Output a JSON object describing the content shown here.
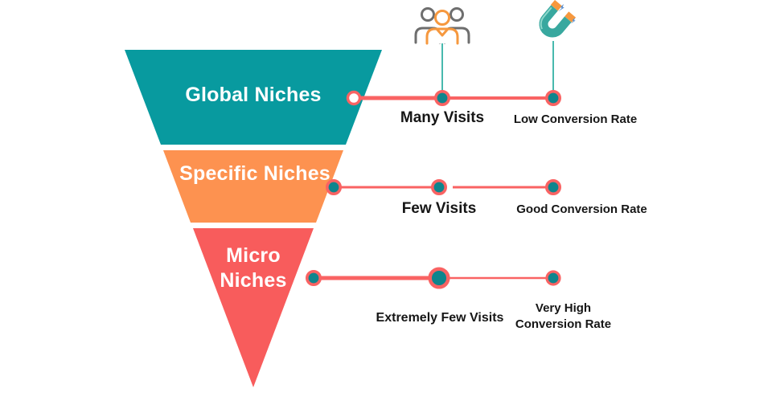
{
  "diagram": {
    "name": "niche-marketing-funnel",
    "funnel": {
      "sections": [
        {
          "id": "global",
          "label": "Global Niches",
          "color": "#089a9f"
        },
        {
          "id": "specific",
          "label": "Specific Niches",
          "color": "#fd9250"
        },
        {
          "id": "micro",
          "label": "Micro Niches",
          "color": "#f85c5c"
        }
      ]
    },
    "columns": {
      "visits_icon": "people-group-icon",
      "conversion_icon": "magnet-icon"
    },
    "rows": [
      {
        "visits": "Many Visits",
        "conversion": "Low Conversion Rate"
      },
      {
        "visits": "Few Visits",
        "conversion": "Good Conversion Rate"
      },
      {
        "visits": "Extremely Few Visits",
        "conversion": "Very High Conversion Rate"
      }
    ],
    "colors": {
      "connector_line": "#f96363",
      "dot_fill": "#0e858d",
      "dot_ring": "#f96363",
      "icon_stem": "#48b9ae",
      "people_gray": "#6e6e6e",
      "people_orange": "#f6983e",
      "magnet_body": "#38a89f",
      "magnet_tips": "#f6983e",
      "spark_blue": "#5a8fd0",
      "label_text": "#161616",
      "funnel_text": "#ffffff"
    }
  }
}
